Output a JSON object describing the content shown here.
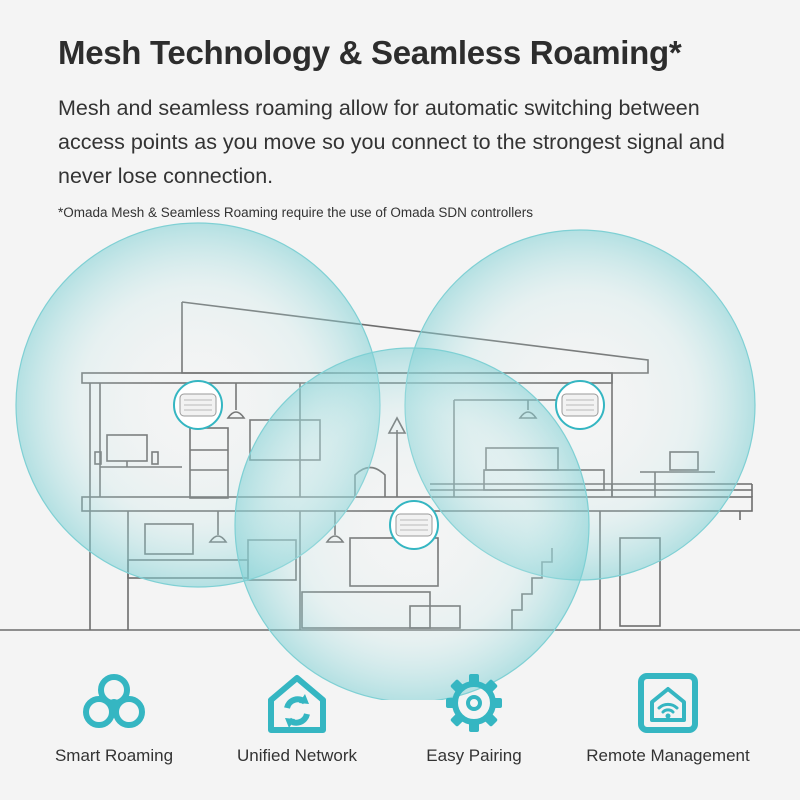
{
  "header": {
    "title": "Mesh Technology & Seamless Roaming*",
    "description": "Mesh and seamless roaming allow for automatic switching between access points as you move so you connect to the strongest signal and never lose connection.",
    "footnote": "*Omada Mesh & Seamless Roaming require the use of Omada SDN controllers"
  },
  "features": [
    {
      "label": "Smart Roaming",
      "icon": "smart-roaming-icon"
    },
    {
      "label": "Unified Network",
      "icon": "unified-network-icon"
    },
    {
      "label": "Easy Pairing",
      "icon": "easy-pairing-icon"
    },
    {
      "label": "Remote Management",
      "icon": "remote-management-icon"
    }
  ],
  "colors": {
    "accent": "#35b6c2",
    "coverage": "#8fd6d9",
    "line": "#6d6d6d",
    "text": "#2d2d2d",
    "background": "#f4f4f4"
  }
}
